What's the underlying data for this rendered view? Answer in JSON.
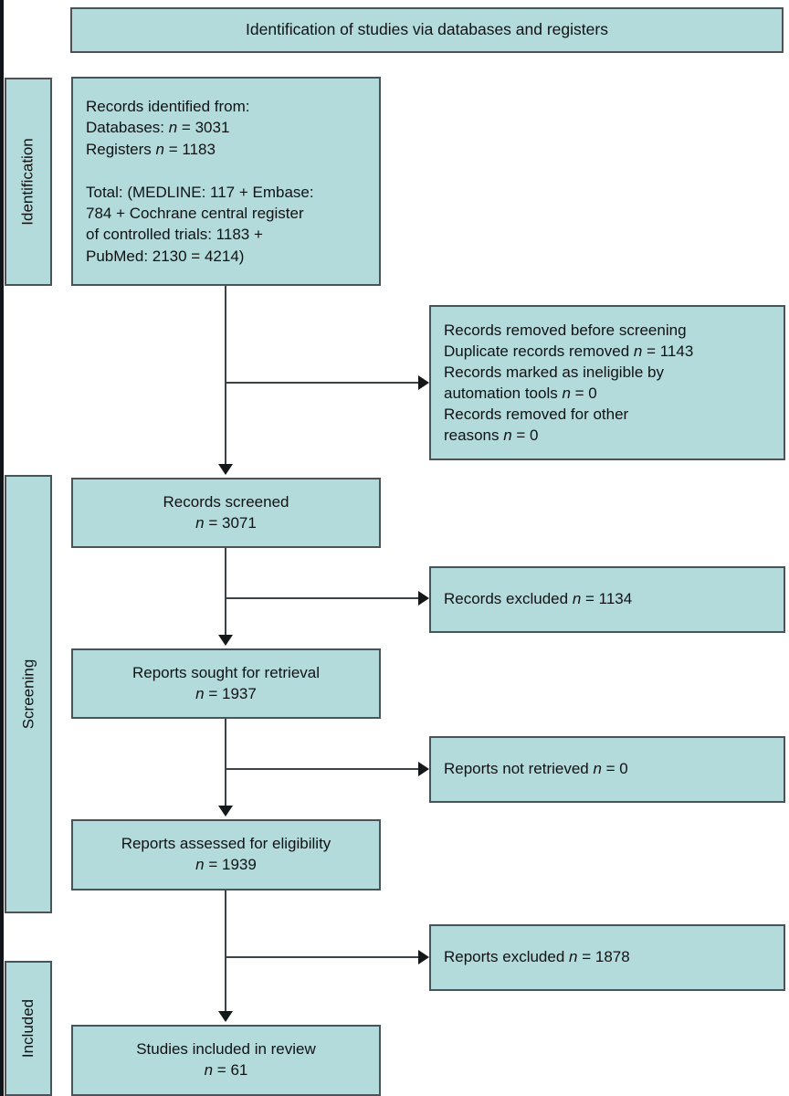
{
  "header": {
    "title": "Identification of studies via databases and registers"
  },
  "phases": [
    {
      "id": "identification",
      "label": "Identification"
    },
    {
      "id": "screening",
      "label": "Screening"
    },
    {
      "id": "included",
      "label": "Included"
    }
  ],
  "boxes": {
    "records_identified": {
      "name": "Records identified from",
      "text": "Records identified from:\n    Databases: n = 3031\n    Registers n = 1183\n\nTotal: (MEDLINE: 117 + Embase:\n784 + Cochrane central register\nof controlled trials: 1183 +\nPubMed: 2130 = 4214)"
    },
    "records_removed": {
      "name": "Records removed before screening",
      "text": "Records removed before screening\n   Duplicate records removed n = 1143\n   Records marked as ineligible by\n   automation tools n = 0\n   Records removed for other\n   reasons n = 0"
    },
    "records_screened": {
      "name": "Records screened",
      "text": "Records screened\nn = 3071"
    },
    "records_excluded": {
      "name": "Records excluded",
      "text": "Records excluded n = 1134"
    },
    "reports_sought": {
      "name": "Reports sought for retrieval",
      "text": "Reports sought for retrieval\nn = 1937"
    },
    "reports_not_retrieved": {
      "name": "Reports not retrieved",
      "text": "Reports not retrieved n = 0"
    },
    "reports_assessed": {
      "name": "Reports assessed for eligibility",
      "text": "Reports assessed for eligibility\nn = 1939"
    },
    "reports_excluded": {
      "name": "Reports excluded",
      "text": "Reports excluded n = 1878"
    },
    "studies_included": {
      "name": "Studies included in review",
      "text": "Studies included in review\nn = 61"
    }
  },
  "chart_data": {
    "type": "diagram",
    "title": "Identification of studies via databases and registers",
    "diagram_kind": "PRISMA 2020 flow diagram",
    "phases": [
      "Identification",
      "Screening",
      "Included"
    ],
    "nodes": [
      {
        "id": "records_identified",
        "phase": "Identification",
        "label": "Records identified from",
        "databases_n": 3031,
        "registers_n": 1183,
        "total_breakdown": {
          "MEDLINE": 117,
          "Embase": 784,
          "Cochrane central register of controlled trials": 1183,
          "PubMed": 2130,
          "total": 4214
        }
      },
      {
        "id": "records_removed",
        "phase": "Identification",
        "label": "Records removed before screening",
        "duplicate_records_removed_n": 1143,
        "marked_ineligible_by_automation_tools_n": 0,
        "removed_for_other_reasons_n": 0
      },
      {
        "id": "records_screened",
        "phase": "Screening",
        "label": "Records screened",
        "n": 3071
      },
      {
        "id": "records_excluded",
        "phase": "Screening",
        "label": "Records excluded",
        "n": 1134
      },
      {
        "id": "reports_sought",
        "phase": "Screening",
        "label": "Reports sought for retrieval",
        "n": 1937
      },
      {
        "id": "reports_not_retrieved",
        "phase": "Screening",
        "label": "Reports not retrieved",
        "n": 0
      },
      {
        "id": "reports_assessed",
        "phase": "Screening",
        "label": "Reports assessed for eligibility",
        "n": 1939
      },
      {
        "id": "reports_excluded",
        "phase": "Screening",
        "label": "Reports excluded",
        "n": 1878
      },
      {
        "id": "studies_included",
        "phase": "Included",
        "label": "Studies included in review",
        "n": 61
      }
    ],
    "edges": [
      {
        "from": "records_identified",
        "to": "records_removed",
        "direction": "right"
      },
      {
        "from": "records_identified",
        "to": "records_screened",
        "direction": "down"
      },
      {
        "from": "records_screened",
        "to": "records_excluded",
        "direction": "right"
      },
      {
        "from": "records_screened",
        "to": "reports_sought",
        "direction": "down"
      },
      {
        "from": "reports_sought",
        "to": "reports_not_retrieved",
        "direction": "right"
      },
      {
        "from": "reports_sought",
        "to": "reports_assessed",
        "direction": "down"
      },
      {
        "from": "reports_assessed",
        "to": "reports_excluded",
        "direction": "right"
      },
      {
        "from": "reports_assessed",
        "to": "studies_included",
        "direction": "down"
      }
    ],
    "colors": {
      "box_fill": "#b3dbdb",
      "box_border": "#4b5358",
      "text": "#101214",
      "connector": "#3a4247",
      "background": "#ffffff"
    }
  }
}
